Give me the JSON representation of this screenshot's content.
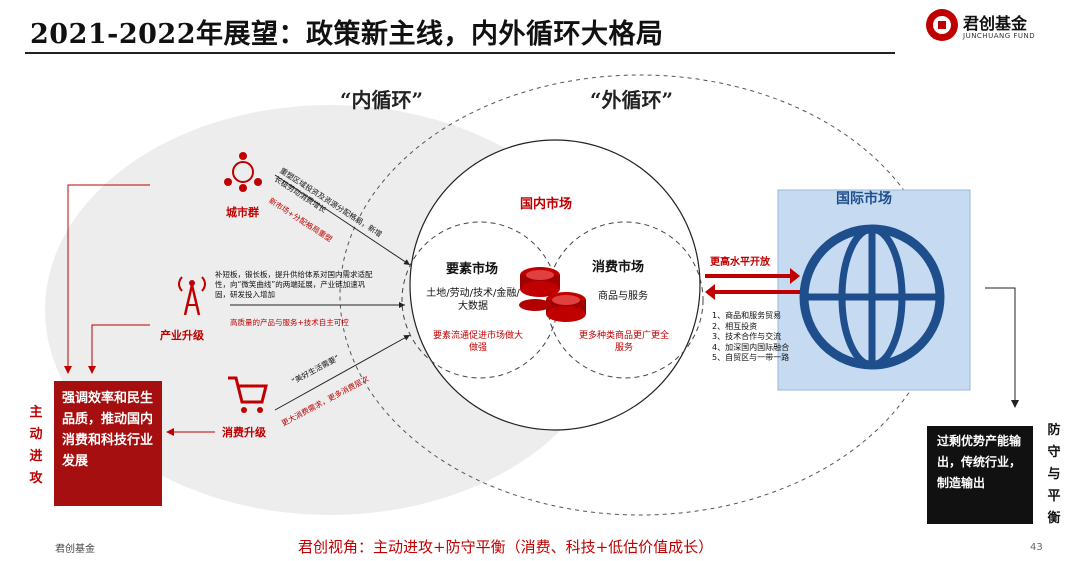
{
  "header": {
    "title": "2021-2022年展望：政策新主线，内外循环大格局",
    "logo_text": "君创基金",
    "logo_sub": "JUNCHUANG FUND"
  },
  "diagram": {
    "inner_loop_label": "“内循环”",
    "outer_loop_label": "“外循环”",
    "nodes": {
      "city": {
        "label": "城市群",
        "desc_black": "重塑区域投资及资源分配格局，新增长极劳动消费增长",
        "desc_red": "新市场+分配格局重塑"
      },
      "industry": {
        "label": "产业升级",
        "desc_black": "补短板，锻长板，提升供给体系对国内需求适配性，向“微笑曲线”的两端延展，产业链加速巩固，研发投入增加",
        "desc_red": "高质量的产品与服务+技术自主可控"
      },
      "consumer": {
        "label": "消费升级",
        "desc_black": "“美好生活需要”",
        "desc_red": "更大消费需求，更多消费层次"
      }
    },
    "domestic_market": {
      "title": "国内市场",
      "factor": {
        "title": "要素市场",
        "body": "土地/劳动/技术/金融/大数据",
        "red": "要素流通促进市场做大做强"
      },
      "consumption": {
        "title": "消费市场",
        "body": "商品与服务",
        "red": "更多种类商品更广更全服务"
      }
    },
    "international_market": {
      "title": "国际市场",
      "open_label": "更高水平开放",
      "items": [
        "1、商品和服务贸易",
        "2、相互投资",
        "3、技术合作与交流",
        "4、加深国内国际融合",
        "5、自贸区与一带一路"
      ]
    },
    "left_box": {
      "text": "强调效率和民生品质，推动国内消费和科技行业发展",
      "side_label": "主动进攻"
    },
    "right_box": {
      "text": "过剩优势产能输出，传统行业，制造输出",
      "side_label": "防守与平衡"
    }
  },
  "footer": {
    "left": "君创基金",
    "center": "君创视角：主动进攻+防守平衡（消费、科技+低估价值成长）",
    "page_number": "43"
  },
  "colors": {
    "brand_red": "#c00000",
    "dark_red_box": "#a50f0f",
    "intl_blue": "#1f4e8c",
    "intl_bg": "#c6dbf2"
  }
}
